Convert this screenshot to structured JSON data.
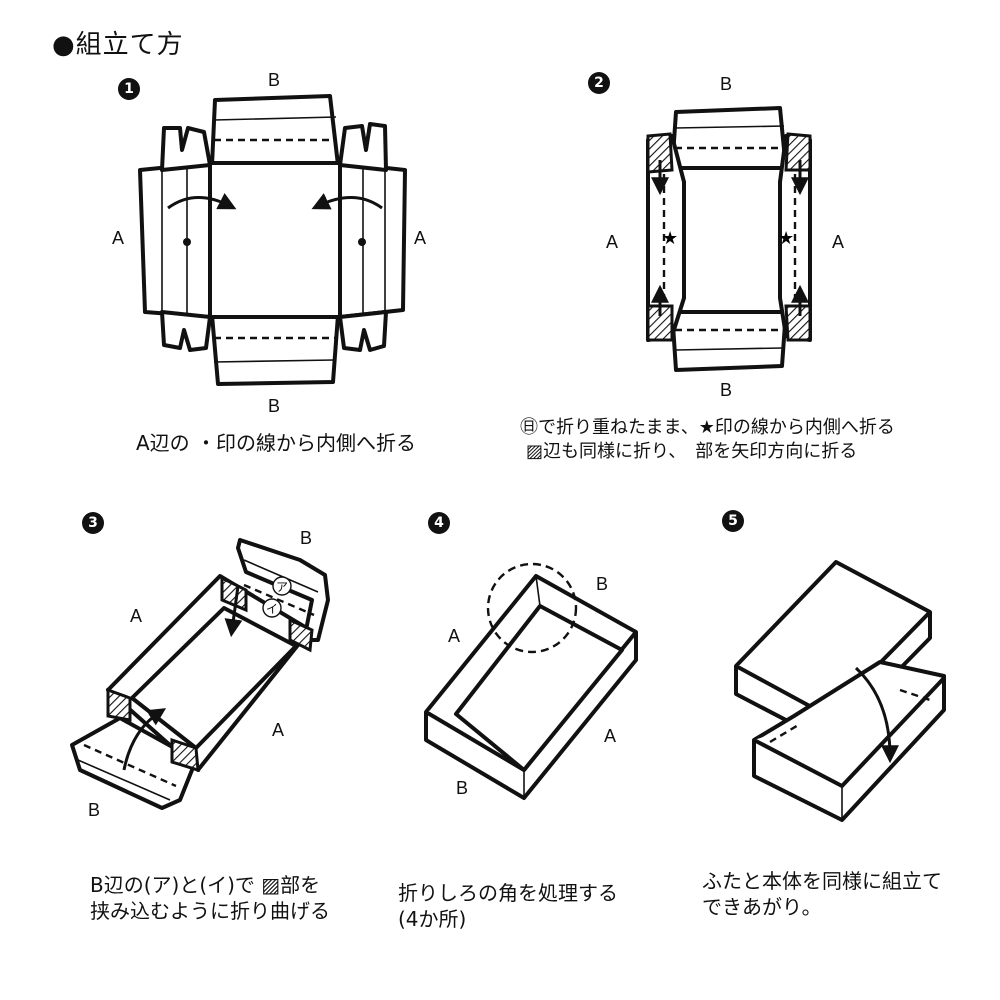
{
  "title": "●組立て方",
  "steps": [
    {
      "num": "1",
      "labels": {
        "top": "B",
        "bottom": "B",
        "left": "A",
        "right": "A"
      },
      "caption": [
        "A辺の ・印の線から内側へ折る"
      ]
    },
    {
      "num": "2",
      "labels": {
        "top": "B",
        "bottom": "B",
        "left": "A",
        "right": "A"
      },
      "caption": [
        "㊐で折り重ねたまま、★印の線から内側へ折る",
        "▨辺も同様に折り、　部を矢印方向に折る"
      ]
    },
    {
      "num": "3",
      "labels": {
        "b_top": "B",
        "b_bottom": "B",
        "a_top": "A",
        "a_bottom": "A",
        "a": "ア",
        "i": "イ"
      },
      "caption": [
        "B辺の(ア)と(イ)で ▨部を",
        "挟み込むように折り曲げる"
      ]
    },
    {
      "num": "4",
      "labels": {
        "a_left": "A",
        "a_right": "A",
        "b_top": "B",
        "b_bottom": "B"
      },
      "caption": [
        "折りしろの角を処理する",
        "(4か所)"
      ]
    },
    {
      "num": "5",
      "labels": {},
      "caption": [
        "ふたと本体を同様に組立て",
        "できあがり。"
      ]
    }
  ]
}
